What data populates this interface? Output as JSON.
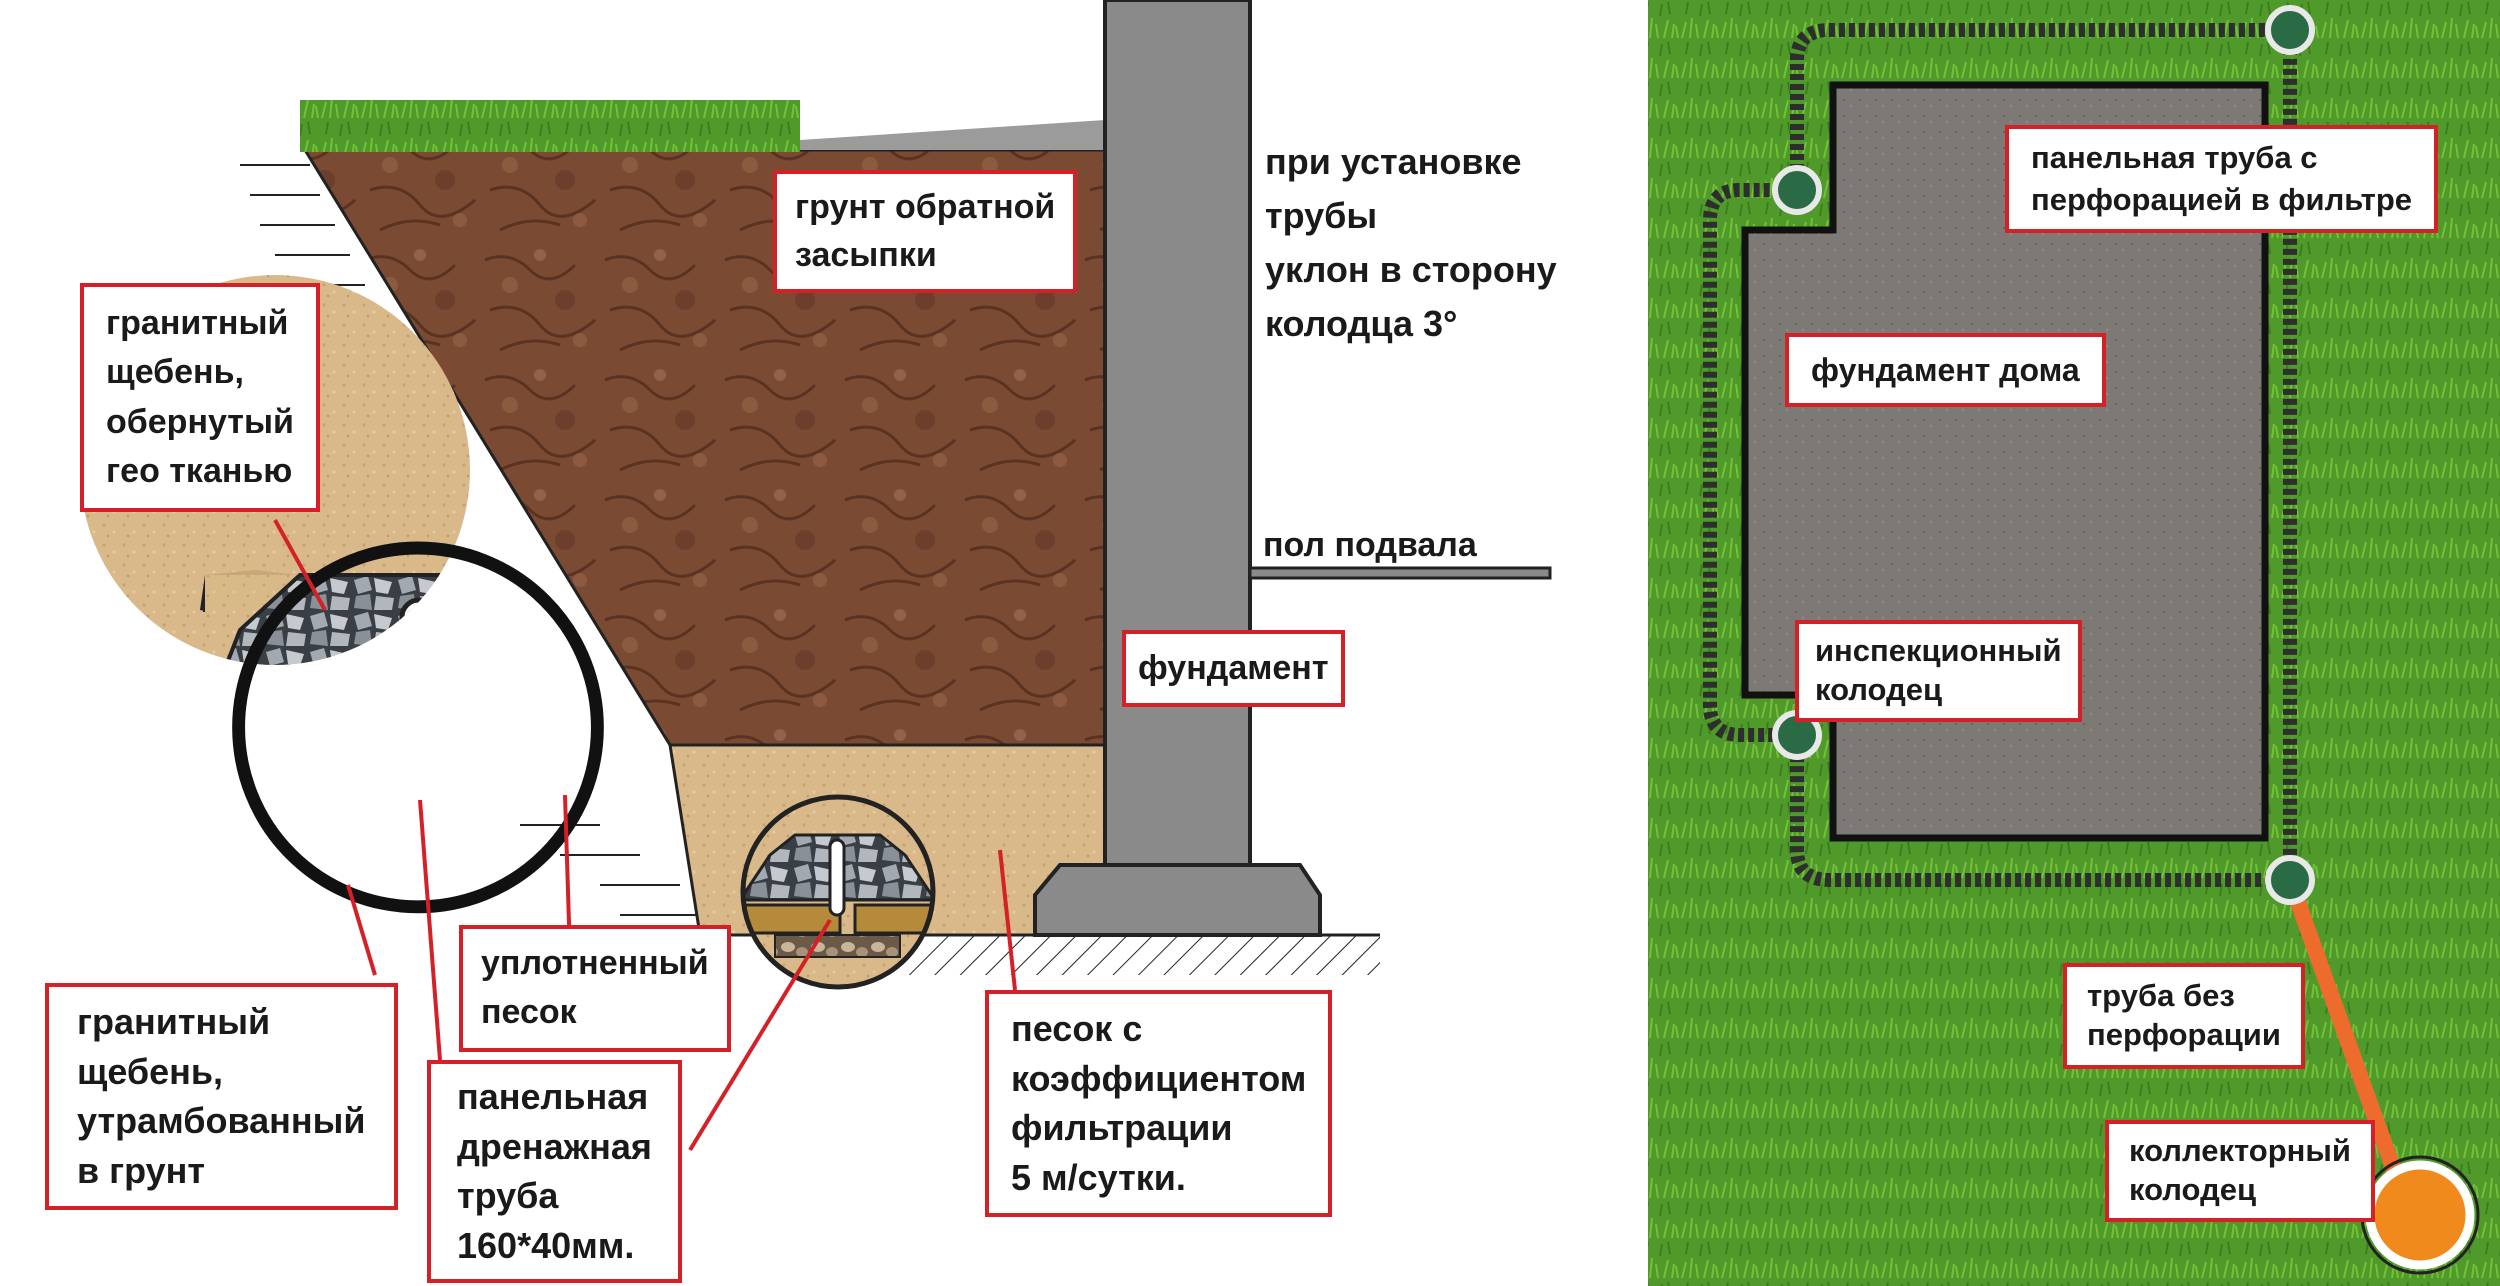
{
  "left_panel": {
    "annotations": {
      "backfill": [
        "грунт обратной",
        "засыпки"
      ],
      "slope_note": [
        "при установке",
        "трубы",
        "уклон в сторону",
        "колодца 3°"
      ],
      "basement_floor": "пол подвала",
      "foundation": "фундамент",
      "geo_gravel": [
        "гранитный",
        "щебень,",
        "обернутый",
        "гео тканью"
      ],
      "compacted_sand": [
        "уплотненный",
        "песок"
      ],
      "filter_sand": [
        "песок с",
        "коэффициентом",
        "фильтрации",
        "5 м/сутки."
      ],
      "rammed_gravel": [
        "гранитный",
        "щебень,",
        "утрамбованный",
        "в грунт"
      ],
      "panel_pipe": [
        "панельная",
        "дренажная",
        "труба",
        "160*40мм."
      ]
    }
  },
  "right_panel": {
    "annotations": {
      "perforated_pipe": [
        "панельная труба с",
        "перфорацией в фильтре"
      ],
      "house_foundation": "фундамент дома",
      "inspection_well": [
        "инспекционный",
        "колодец"
      ],
      "solid_pipe": [
        "труба без",
        "перфорации"
      ],
      "collector_well": [
        "коллекторный",
        "колодец"
      ]
    }
  },
  "colors": {
    "label_border": "#d42027",
    "soil": "#7a4a33",
    "sand": "#d9b989",
    "concrete": "#8a8a8a",
    "grass": "#4f9a2a",
    "solid_pipe": "#ec6b2d",
    "collector_well": "#f08a1c"
  }
}
